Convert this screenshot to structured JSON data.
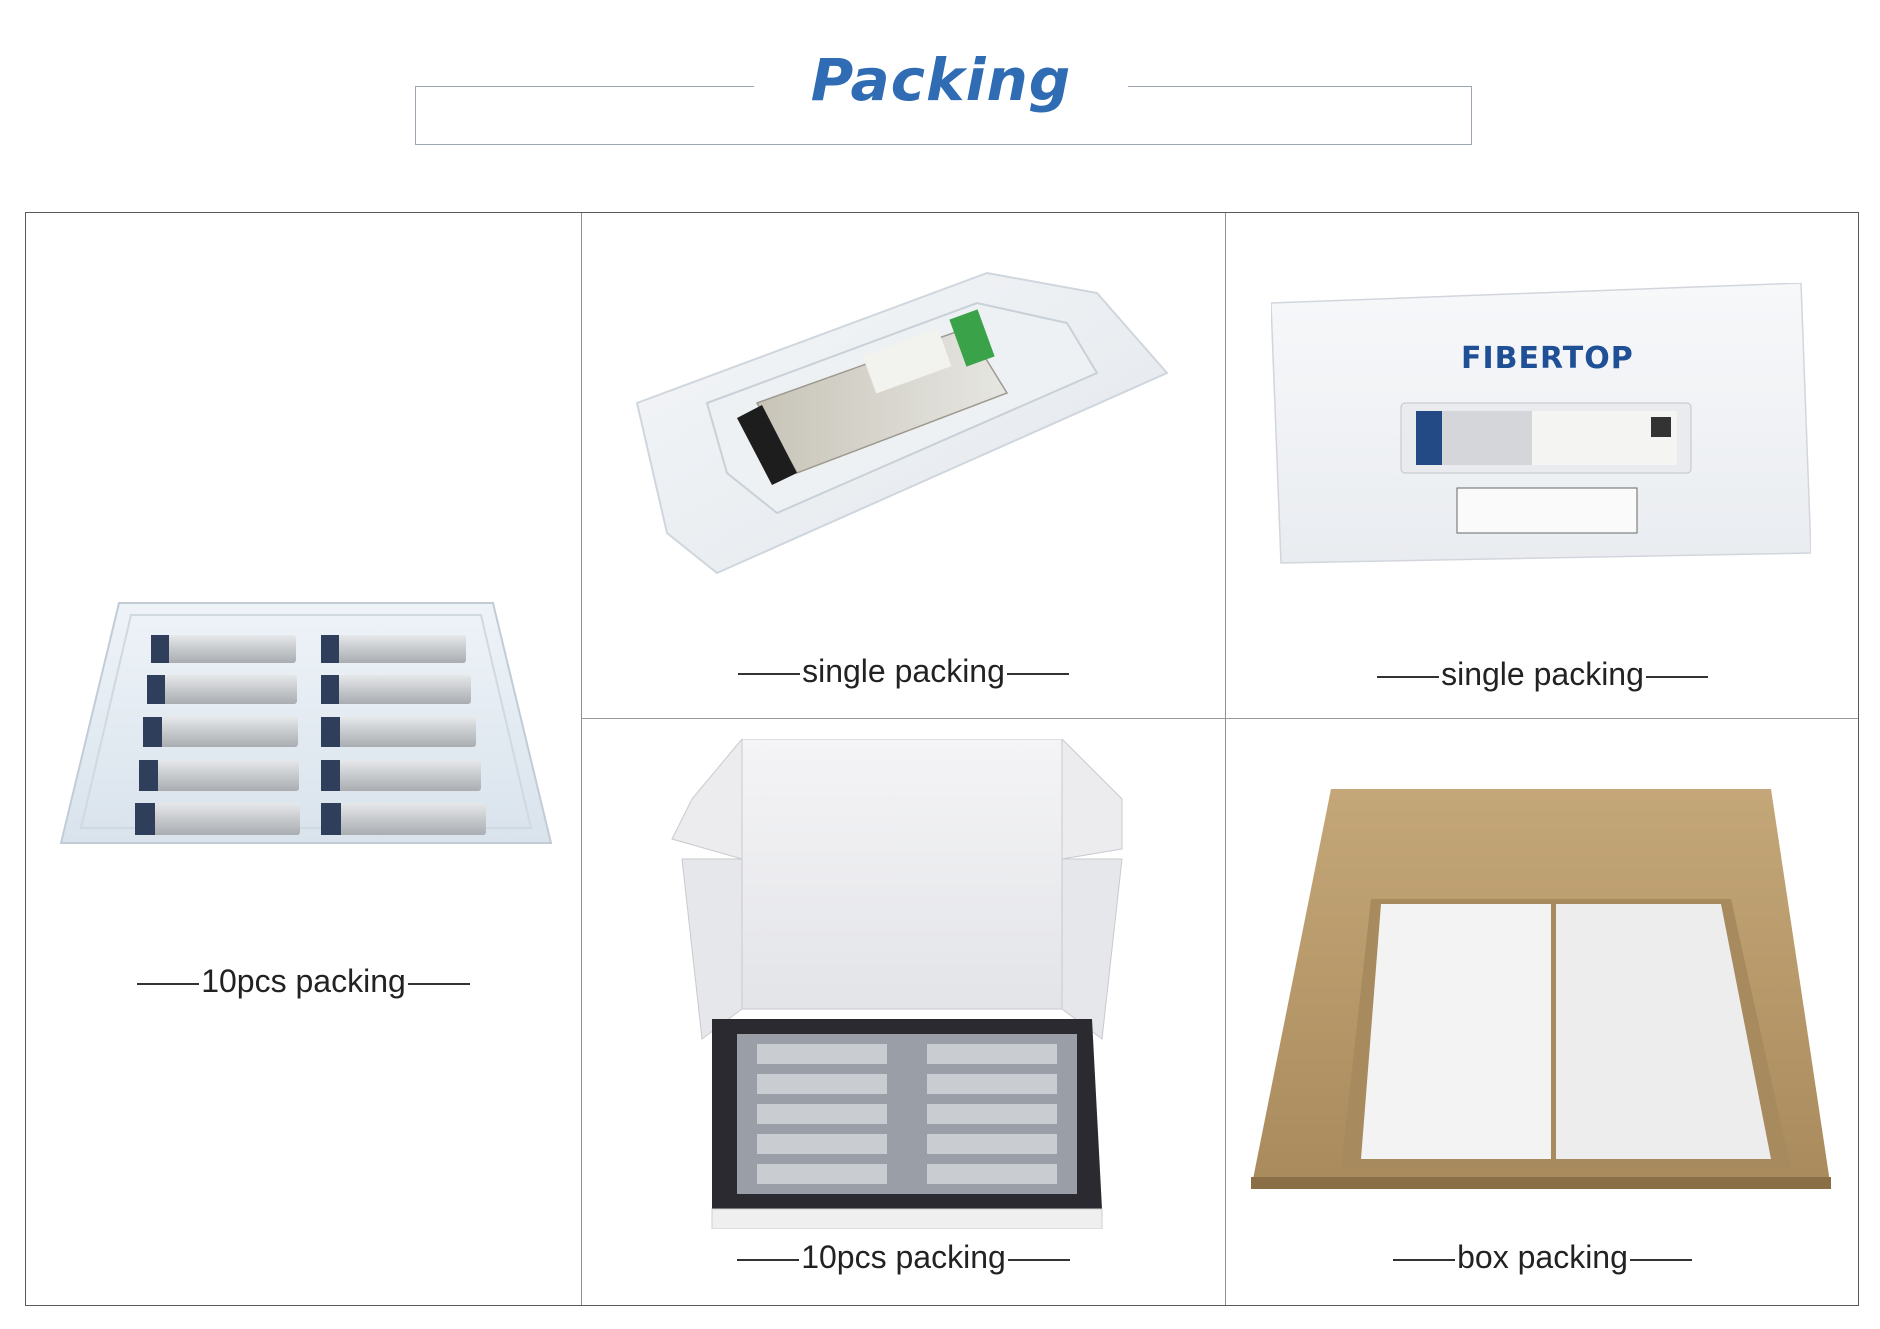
{
  "header": {
    "title": "Packing"
  },
  "cells": {
    "tray_10pcs": {
      "caption": "10pcs packing"
    },
    "blister_single": {
      "caption": "single packing"
    },
    "box_single": {
      "caption": "single packing",
      "brand": "FIBERTOP"
    },
    "mailer_10pcs": {
      "caption": "10pcs packing"
    },
    "carton_box": {
      "caption": "box packing"
    }
  },
  "colors": {
    "title_blue": "#2f6cb3",
    "carton_brown": "#b89a6a"
  }
}
